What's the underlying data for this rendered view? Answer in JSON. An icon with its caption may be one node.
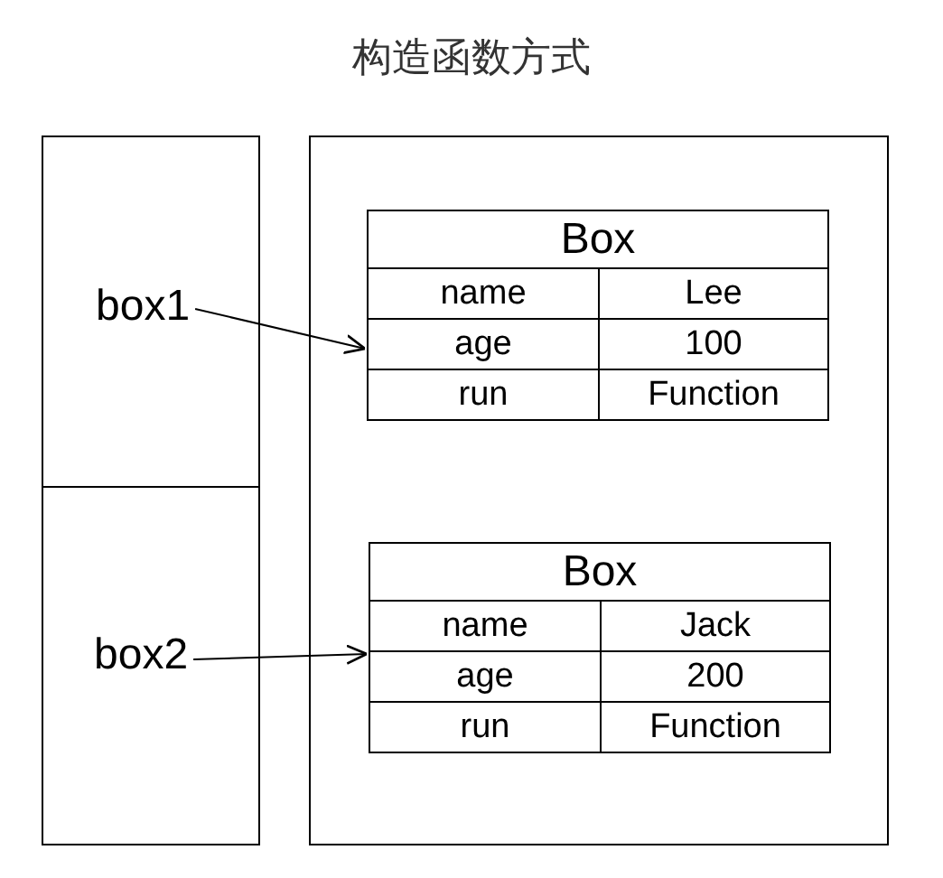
{
  "diagram": {
    "title": "构造函数方式",
    "nodes": [
      {
        "text": [],
        "shape": "box"
      },
      {
        "text": [
          "box1"
        ],
        "in": 0
      },
      {
        "text": [],
        "shape": "box"
      },
      {
        "text": [
          "box2"
        ],
        "in": 2
      },
      {
        "text": [],
        "shape": "box"
      },
      {
        "text": [
          "Box",
          "name",
          "Lee",
          "age",
          "100",
          "run",
          "Function"
        ],
        "in": 4
      },
      {
        "text": [
          "Box",
          "name",
          "Jack",
          "age",
          "200",
          "run",
          "Function"
        ],
        "in": 4
      }
    ],
    "edges": [
      {
        "from": 1,
        "to": 5,
        "arrow": "to"
      },
      {
        "from": 3,
        "to": 6,
        "arrow": "to"
      }
    ]
  }
}
